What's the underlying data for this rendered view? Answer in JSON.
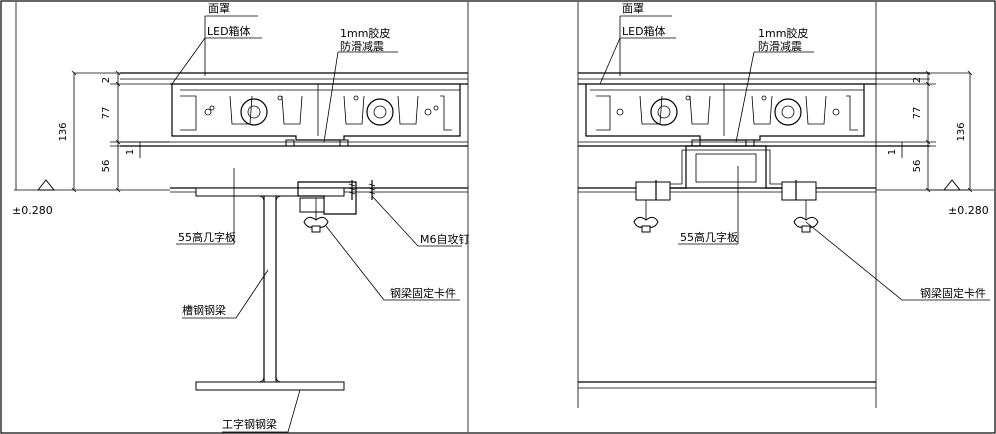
{
  "left": {
    "labels": {
      "cover": "面罩",
      "led_box": "LED箱体",
      "rubber_line1": "1mm胶皮",
      "rubber_line2": "防滑减震",
      "plate": "55高几字板",
      "screw": "M6自攻钉",
      "channel": "槽钢钢梁",
      "clamp": "钢梁固定卡件",
      "ibeam": "工字钢钢梁"
    },
    "dims": {
      "d2": "2",
      "d77": "77",
      "d136": "136",
      "d56": "56",
      "d1": "1"
    },
    "elevation": "±0.280"
  },
  "right": {
    "labels": {
      "cover": "面罩",
      "led_box": "LED箱体",
      "rubber_line1": "1mm胶皮",
      "rubber_line2": "防滑减震",
      "plate": "55高几字板",
      "clamp": "钢梁固定卡件"
    },
    "dims": {
      "d2": "2",
      "d77": "77",
      "d136": "136",
      "d56": "56",
      "d1": "1"
    },
    "elevation": "±0.280"
  }
}
